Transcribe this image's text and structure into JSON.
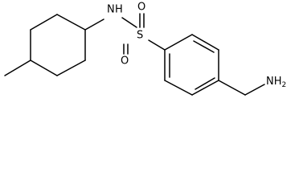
{
  "molecule": {
    "atoms": {
      "amide_n": "N",
      "amide_h": "H",
      "sulfur": "S",
      "oxygen_top": "O",
      "oxygen_bottom": "O",
      "amine": "NH",
      "amine_subscript": "2"
    }
  }
}
